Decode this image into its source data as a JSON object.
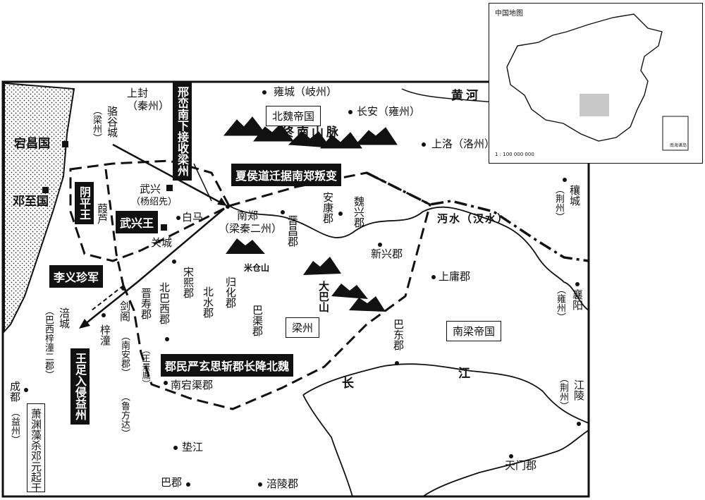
{
  "inset": {
    "title": "中国地图",
    "scale": "1 : 100 000 000",
    "nanhai": "南海诸岛"
  },
  "regions": {
    "beiwei": "北魏帝国",
    "nanliang": "南梁帝国",
    "liangzhou": "梁州",
    "qinling": "终南山脉",
    "huanghe": "黄河",
    "changjiang_1": "长",
    "changjiang_2": "江",
    "mian_han": "沔水（汉水）",
    "micang": "米仓山",
    "daba": "大巴山"
  },
  "kingdoms": {
    "dangchang": "宕昌国",
    "dengzhi": "邓至国"
  },
  "places": {
    "shangfeng": "上封",
    "qinzhou": "（秦州）",
    "luogu": "骆谷城",
    "liangzhou_small": "（梁州）",
    "yongcheng": "雍城（岐州）",
    "changan": "长安（雍州）",
    "shangluo": "上洛（洛州）",
    "wuxing": "武兴",
    "yangshaoxian": "（杨绍先）",
    "baima": "白马",
    "guancheng": "关城",
    "xiabian": "葭芦",
    "nanzheng": "南郑",
    "liangqin": "（梁秦二州）",
    "ankang": "安康郡",
    "jinchang": "晋昌郡",
    "weixing": "魏兴郡",
    "xinxing": "新兴郡",
    "shangyong": "上庸郡",
    "songxi": "宋熙郡",
    "jinshou": "晋寿郡",
    "wangjingyin": "（王景胤）",
    "beibaxi": "北巴西郡",
    "beishui": "北水郡",
    "guihua": "归化郡",
    "baqu": "巴渠郡",
    "jiange": "剑阁",
    "nanan": "（南安郡）",
    "lufangda": "（鲁方达）",
    "zitong": "梓潼",
    "fucheng": "涪城",
    "baxi": "（巴西梓潼二郡）",
    "chengdu": "成都",
    "yizhou": "（益州）",
    "nanyanqu": "南宕渠郡",
    "badong": "巴东郡",
    "dianjiang": "垫江",
    "bajun": "巴郡",
    "fuling": "涪陵郡",
    "tianmen": "天门郡",
    "rangcheng": "穰城",
    "jingzhou1": "（荆州）",
    "xiangyang": "襄阳",
    "yongzhou": "（雍州）",
    "jingzhou2": "（荆州）",
    "jiangling": "江陵"
  },
  "events": {
    "xingluan": "邢峦南下接收梁州",
    "xiahou": "夏侯道迁据南郑叛变",
    "yinping": "阴平王",
    "wuxingwang": "武兴王",
    "liyizhen": "李义珍军",
    "wangzu": "王足入侵益州",
    "junmin": "郡民严玄思斩郡长降北魏",
    "xiaoyuan": "萧渊藻杀邓元起于此"
  }
}
